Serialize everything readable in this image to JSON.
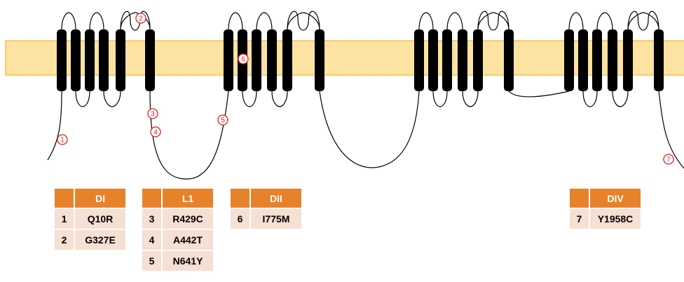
{
  "membrane": {
    "color": "#fde3a1",
    "border": "#f5b52b"
  },
  "helix_color": "#000000",
  "marker_color": "#e02020",
  "header_color": "#e8822a",
  "cell_color": "#f6dfd3",
  "markers": [
    {
      "label": "1"
    },
    {
      "label": "2"
    },
    {
      "label": "3"
    },
    {
      "label": "4"
    },
    {
      "label": "5"
    },
    {
      "label": "6"
    },
    {
      "label": "7"
    }
  ],
  "tables": [
    {
      "id": "DI",
      "header": "DI",
      "rows": [
        {
          "n": "1",
          "mutation": "Q10R"
        },
        {
          "n": "2",
          "mutation": "G327E"
        }
      ]
    },
    {
      "id": "L1",
      "header": "L1",
      "rows": [
        {
          "n": "3",
          "mutation": "R429C"
        },
        {
          "n": "4",
          "mutation": "A442T"
        },
        {
          "n": "5",
          "mutation": "N641Y"
        }
      ]
    },
    {
      "id": "DII",
      "header": "DII",
      "rows": [
        {
          "n": "6",
          "mutation": "I775M"
        }
      ]
    },
    {
      "id": "DIV",
      "header": "DIV",
      "rows": [
        {
          "n": "7",
          "mutation": "Y1958C"
        }
      ]
    }
  ]
}
